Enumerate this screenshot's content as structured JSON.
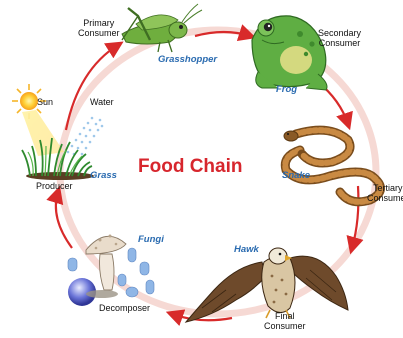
{
  "title": "Food Chain",
  "labels": {
    "primary_consumer": [
      "Primary",
      "Consumer"
    ],
    "secondary_consumer": [
      "Secondary",
      "Consumer"
    ],
    "tertiary_consumer": [
      "Tertiary",
      "Consumer"
    ],
    "final_consumer": [
      "Final",
      "Consumer"
    ],
    "sun": "Sun",
    "water": "Water",
    "producer": "Producer",
    "decomposer": "Decomposer"
  },
  "organisms": {
    "grasshopper": "Grasshopper",
    "frog": "Frog",
    "snake": "Snake",
    "hawk": "Hawk",
    "fungi": "Fungi",
    "grass": "Grass"
  },
  "colors": {
    "arrow": "#d82a2a",
    "title": "#d7262d",
    "organism_name": "#2a6bb0"
  }
}
